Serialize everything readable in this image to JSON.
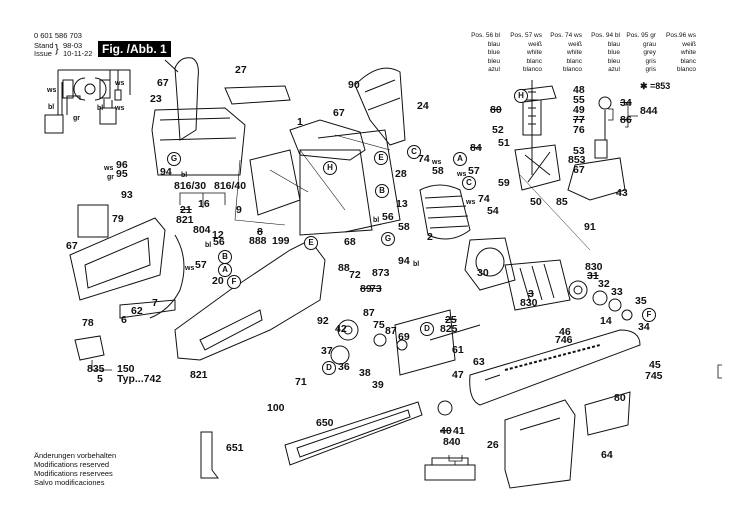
{
  "header": {
    "part_number": "0 601 586 703",
    "stand_label": "Stand",
    "issue_label": "Issue",
    "stand_value": "98-03",
    "issue_value": "10-11-22",
    "figure_label": "Fig. /Abb. 1"
  },
  "color_table": [
    {
      "pos": "Pos. 56 bl",
      "de": "blau",
      "en": "blue",
      "fr": "bleu",
      "es": "azul"
    },
    {
      "pos": "Pos. 57 ws",
      "de": "weiß",
      "en": "white",
      "fr": "blanc",
      "es": "blanco"
    },
    {
      "pos": "Pos. 74 ws",
      "de": "weiß",
      "en": "white",
      "fr": "blanc",
      "es": "blanco"
    },
    {
      "pos": "Pos. 94 bl",
      "de": "blau",
      "en": "blue",
      "fr": "bleu",
      "es": "azul"
    },
    {
      "pos": "Pos. 95 gr",
      "de": "grau",
      "en": "grey",
      "fr": "gris",
      "es": "gris"
    },
    {
      "pos": "Pos.96 ws",
      "de": "weiß",
      "en": "white",
      "fr": "blanc",
      "es": "blanco"
    }
  ],
  "legend_note": "✱ =853",
  "wiring": {
    "ws1": "ws",
    "ws2": "ws",
    "ws3": "ws",
    "bl1": "bl",
    "bl2": "bl",
    "gr": "gr"
  },
  "parts": {
    "p67a": "67",
    "p23": "23",
    "p27": "27",
    "p90": "90",
    "p24": "24",
    "p1": "1",
    "p67b": "67",
    "p96": "96",
    "p96c": "ws",
    "p95": "95",
    "p95c": "gr",
    "p94": "94",
    "p94c": "bl",
    "p816_30": "816/30",
    "p816_40": "816/40",
    "p16": "16",
    "p93": "93",
    "p9": "9",
    "p79": "79",
    "p21": "21",
    "p821a": "821",
    "p804": "804",
    "p8": "8",
    "p888": "888",
    "p199": "199",
    "p12": "12",
    "p56a": "56",
    "p56ac": "bl",
    "p57a": "57",
    "p57ac": "ws",
    "p20": "20",
    "p67c": "67",
    "p62": "62",
    "p7": "7",
    "p78": "78",
    "p6": "6",
    "p835": "835",
    "p5": "5",
    "p150": "150",
    "p742": "Typ...742",
    "p821b": "821",
    "p100": "100",
    "p651": "651",
    "p650": "650",
    "p68": "68",
    "p88": "88",
    "p72": "72",
    "p873": "873",
    "p89": "89",
    "p73": "73",
    "p92": "92",
    "p42": "42",
    "p87a": "87",
    "p75": "75",
    "p87b": "87",
    "p69": "69",
    "p37": "37",
    "p36": "36",
    "p71": "71",
    "p38": "38",
    "p39": "39",
    "p74a": "74",
    "p74ac": "ws",
    "p58a": "58",
    "p28": "28",
    "p13": "13",
    "p56b": "56",
    "p56bc": "bl",
    "p58b": "58",
    "p2": "2",
    "p94b": "94",
    "p94bc": "bl",
    "p48": "48",
    "p55": "55",
    "p49": "49",
    "p77": "77",
    "p76": "76",
    "p53": "53",
    "p853": "853",
    "p67d": "67",
    "p80s": "80",
    "p52": "52",
    "p84": "84",
    "p51": "51",
    "p57b": "57",
    "p57bc": "ws",
    "p59": "59",
    "p74b": "74",
    "p74bc": "ws",
    "p50": "50",
    "p85": "85",
    "p54": "54",
    "p34a": "34",
    "p86": "86",
    "p844": "844",
    "p43": "43",
    "p91": "91",
    "p30": "30",
    "p830a": "830",
    "p31": "31",
    "p32": "32",
    "p33": "33",
    "p35": "35",
    "p14": "14",
    "p34b": "34",
    "p3": "3",
    "p830b": "830",
    "p25": "25",
    "p825": "825",
    "p61": "61",
    "p63": "63",
    "p47": "47",
    "p46": "46",
    "p746": "746",
    "p45": "45",
    "p745": "745",
    "p80": "80",
    "p40": "40",
    "p41": "41",
    "p840": "840",
    "p26": "26",
    "p64": "64"
  },
  "ref_markers": [
    "A",
    "B",
    "C",
    "D",
    "E",
    "F",
    "G",
    "H"
  ],
  "footer": {
    "de": "Änderungen vorbehalten",
    "en": "Modifications reserved",
    "fr": "Modifications reservees",
    "es": "Salvo modificaciones"
  }
}
